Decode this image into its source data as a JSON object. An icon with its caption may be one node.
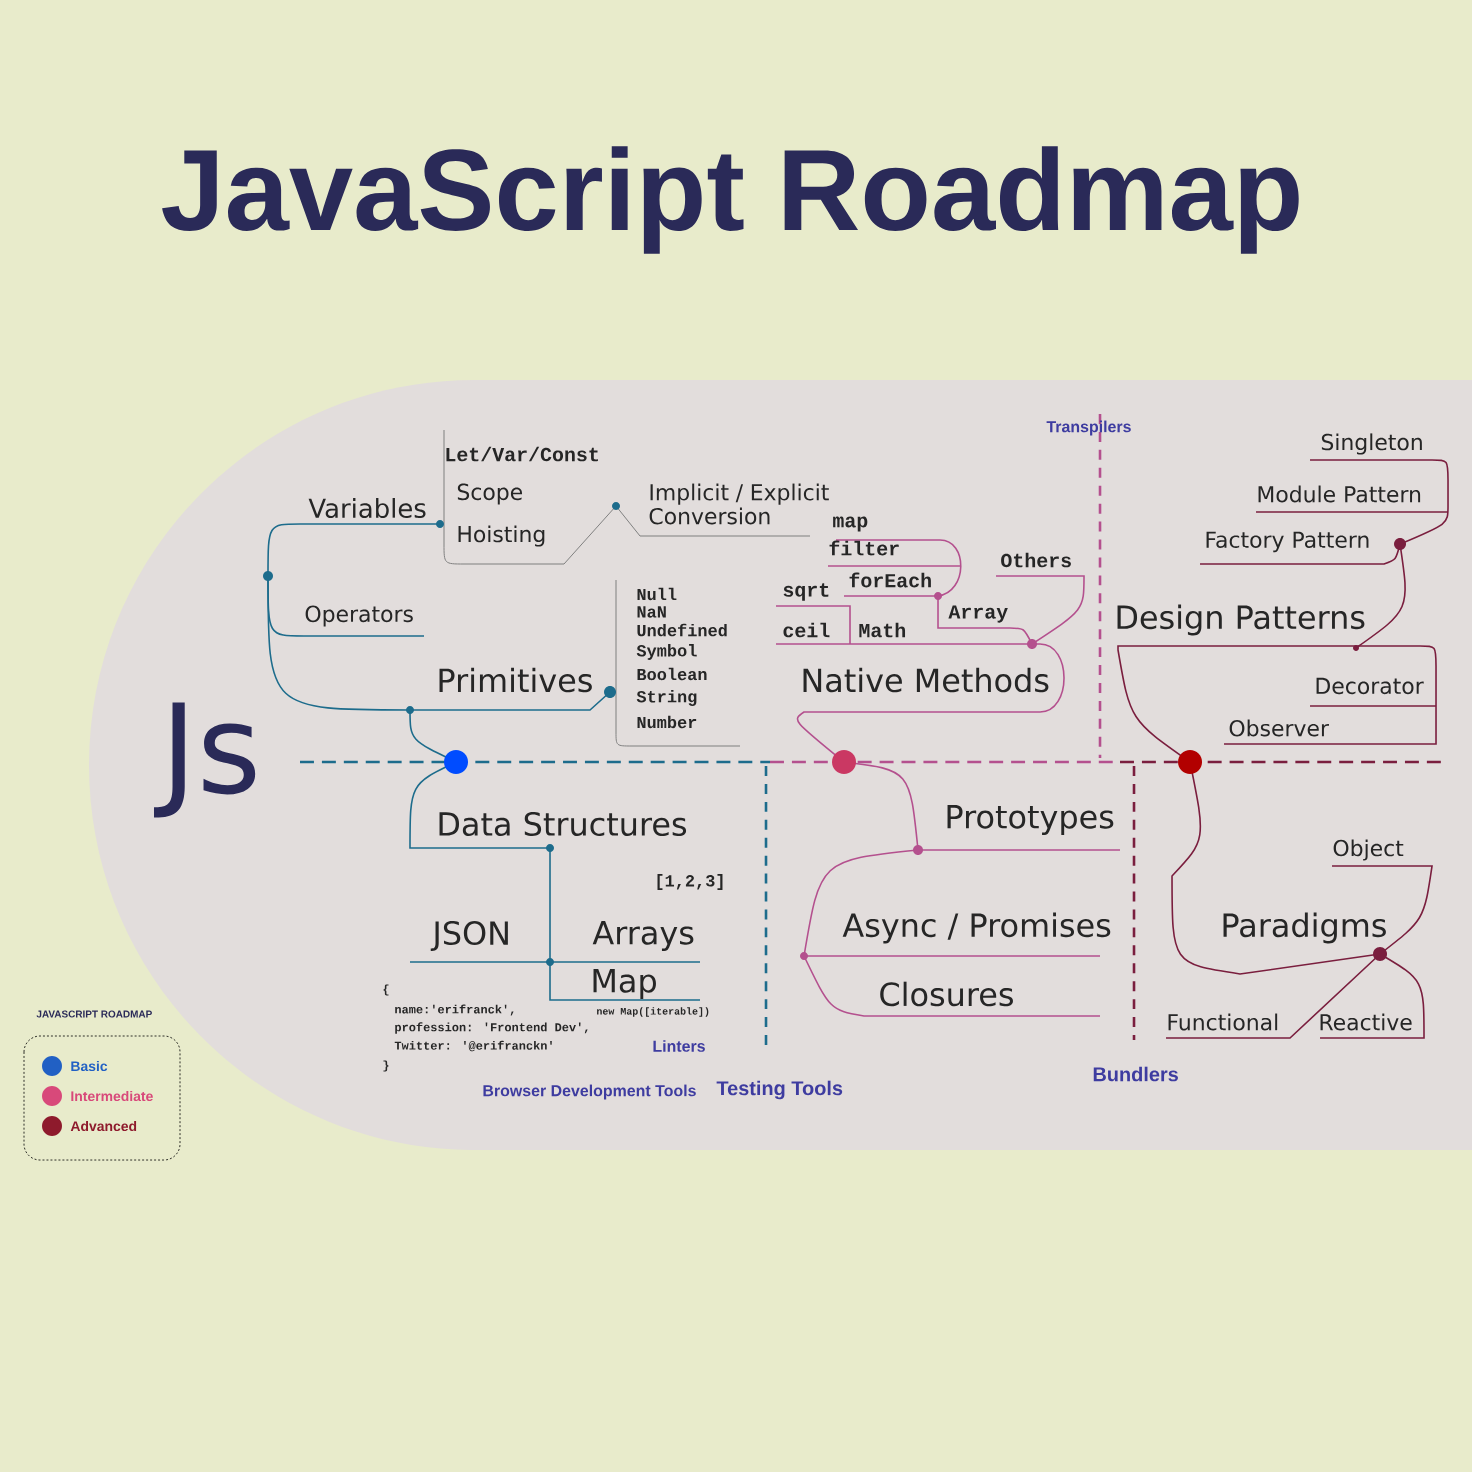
{
  "diagram": {
    "title": "JavaScript Roadmap",
    "labels": [
      "Let/Var/Const",
      "Scope",
      "Variables",
      "Hoisting",
      "Implicit / Explicit Conversion",
      "map",
      "filter",
      "Others",
      "forEach",
      "sqrt",
      "Operators",
      "Null",
      "NaN",
      "Undefined",
      "Symbol",
      "Boolean",
      "String",
      "Number",
      "Array",
      "ceil",
      "Math",
      "Primitives",
      "Native Methods",
      "Transpilers",
      "Singleton",
      "Module Pattern",
      "Factory Pattern",
      "Design Patterns",
      "Decorator",
      "Observer",
      "Js",
      "Data Structures",
      "Prototypes",
      "[1,2,3]",
      "Object",
      "JSON",
      "Arrays",
      "Async / Promises",
      "Paradigms",
      "Map",
      "Closures",
      "Functional",
      "Reactive",
      "{",
      "name:'erifranck',",
      "profession: 'Frontend Dev',",
      "Twitter: '@erifranckn'",
      "}",
      "new Map([iterable])",
      "Linters",
      "Browser Development Tools",
      "Testing Tools",
      "Bundlers",
      "JAVASCRIPT ROADMAP"
    ],
    "legend": [
      {
        "text": "Basic",
        "color": "#2160c4"
      },
      {
        "text": "Intermediate",
        "color": "#d8497a"
      },
      {
        "text": "Advanced",
        "color": "#8e1a2c"
      }
    ]
  }
}
